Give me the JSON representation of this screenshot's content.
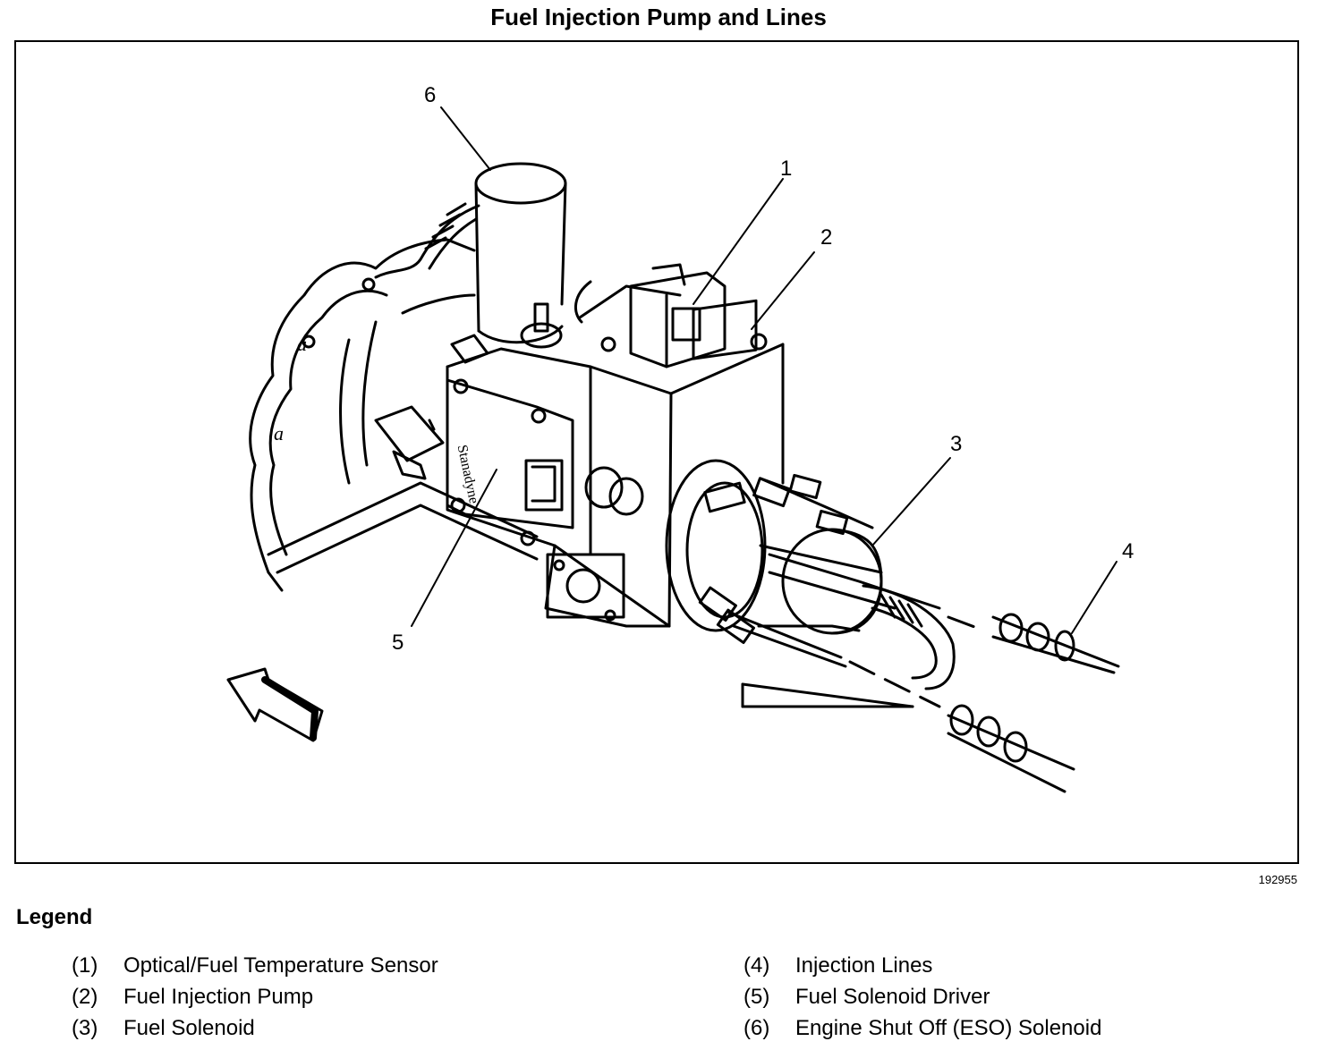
{
  "title": "Fuel Injection Pump and Lines",
  "figure_id": "192955",
  "callouts": [
    "1",
    "2",
    "3",
    "4",
    "5",
    "6"
  ],
  "legend": {
    "heading": "Legend",
    "left": [
      {
        "num": "(1)",
        "label": "Optical/Fuel Temperature Sensor"
      },
      {
        "num": "(2)",
        "label": "Fuel Injection Pump"
      },
      {
        "num": "(3)",
        "label": "Fuel Solenoid"
      }
    ],
    "right": [
      {
        "num": "(4)",
        "label": "Injection Lines"
      },
      {
        "num": "(5)",
        "label": "Fuel Solenoid Driver"
      },
      {
        "num": "(6)",
        "label": "Engine Shut Off (ESO) Solenoid"
      }
    ]
  },
  "colors": {
    "ink": "#000000",
    "paper": "#ffffff"
  }
}
